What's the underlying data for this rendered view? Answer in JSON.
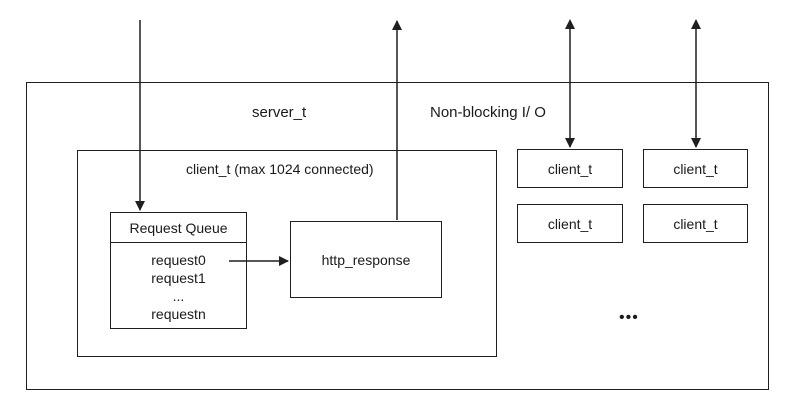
{
  "server": {
    "label": "server_t",
    "io_label": "Non-blocking I/ O"
  },
  "client_main": {
    "label": "client_t (max 1024 connected)"
  },
  "request_queue": {
    "title": "Request Queue",
    "items": [
      "request0",
      "request1",
      "...",
      "requestn"
    ]
  },
  "http_response": {
    "label": "http_response"
  },
  "clients": [
    "client_t",
    "client_t",
    "client_t",
    "client_t"
  ],
  "more": "•••"
}
